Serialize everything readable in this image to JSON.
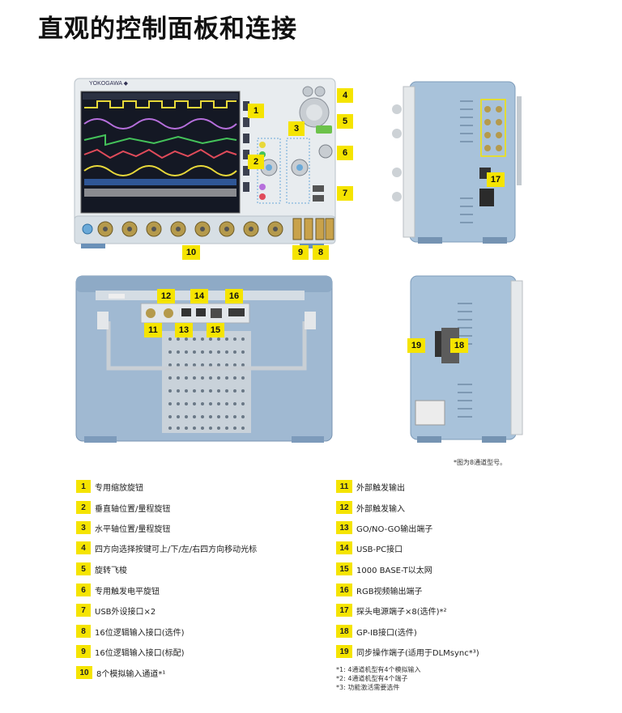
{
  "page_title": "直观的控制面板和连接",
  "front_panel": {
    "brand": "YOKOGAWA ◆",
    "badges": [
      "1",
      "2",
      "3",
      "4",
      "5",
      "6",
      "7",
      "8",
      "9",
      "10"
    ]
  },
  "side_panel": {
    "badges": [
      "17"
    ]
  },
  "rear_panel": {
    "badges": [
      "11",
      "12",
      "13",
      "14",
      "15",
      "16"
    ]
  },
  "left_panel": {
    "badges": [
      "18",
      "19"
    ]
  },
  "image_note": "*图为8通道型号。",
  "legend_left": [
    {
      "num": "1",
      "text": "专用缩放旋钮"
    },
    {
      "num": "2",
      "text": "垂直轴位置/量程旋钮"
    },
    {
      "num": "3",
      "text": "水平轴位置/量程旋钮"
    },
    {
      "num": "4",
      "text": "四方向选择按键可上/下/左/右四方向移动光标"
    },
    {
      "num": "5",
      "text": "旋转飞梭"
    },
    {
      "num": "6",
      "text": "专用触发电平旋钮"
    },
    {
      "num": "7",
      "text": "USB外设接口×2"
    },
    {
      "num": "8",
      "text": "16位逻辑输入接口(选件)"
    },
    {
      "num": "9",
      "text": "16位逻辑输入接口(标配)"
    },
    {
      "num": "10",
      "text": "8个模拟输入通道*¹"
    }
  ],
  "legend_right": [
    {
      "num": "11",
      "text": "外部触发输出"
    },
    {
      "num": "12",
      "text": "外部触发输入"
    },
    {
      "num": "13",
      "text": "GO/NO-GO输出端子"
    },
    {
      "num": "14",
      "text": "USB-PC接口"
    },
    {
      "num": "15",
      "text": "1000 BASE-T以太网"
    },
    {
      "num": "16",
      "text": "RGB视频输出端子"
    },
    {
      "num": "17",
      "text": "探头电源端子×8(选件)*²"
    },
    {
      "num": "18",
      "text": "GP-IB接口(选件)"
    },
    {
      "num": "19",
      "text": "同步操作端子(适用于DLMsync*³)"
    }
  ],
  "footnotes": [
    "*1: 4通道机型有4个模拟输入",
    "*2: 4通道机型有4个端子",
    "*3: 功能激活需要选件"
  ],
  "colors": {
    "badge": "#f5e400",
    "chassis": "#9bb8d4",
    "screen": "#1a1f2e"
  }
}
